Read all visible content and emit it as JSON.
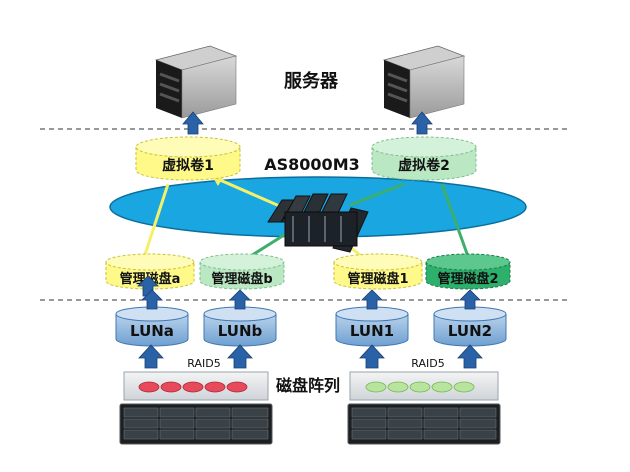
{
  "labels": {
    "servers": "服务器",
    "virtualizer": "AS8000M3",
    "disk_array": "磁盘阵列"
  },
  "virtual_volumes": [
    {
      "label": "虚拟卷1",
      "color": "#fff98a"
    },
    {
      "label": "虚拟卷2",
      "color": "#b9e8c3"
    }
  ],
  "managed_disks": [
    {
      "label": "管理磁盘a",
      "color": "#fff98a"
    },
    {
      "label": "管理磁盘b",
      "color": "#b9e8c3"
    },
    {
      "label": "管理磁盘1",
      "color": "#fff98a"
    },
    {
      "label": "管理磁盘2",
      "color": "#2db06c"
    }
  ],
  "luns": [
    {
      "label": "LUNa"
    },
    {
      "label": "LUNb"
    },
    {
      "label": "LUN1"
    },
    {
      "label": "LUN2"
    }
  ],
  "raid_groups": [
    {
      "label": "RAID5",
      "disk_color": "#e74a5a"
    },
    {
      "label": "RAID5",
      "disk_color": "#b7e59d"
    }
  ],
  "colors": {
    "platform": "#1aa6e0",
    "arrow": "#2a62a8",
    "lun_fill": "#9cc1e2",
    "yellow_link": "#f5f06a",
    "green_link": "#3cae6e"
  }
}
